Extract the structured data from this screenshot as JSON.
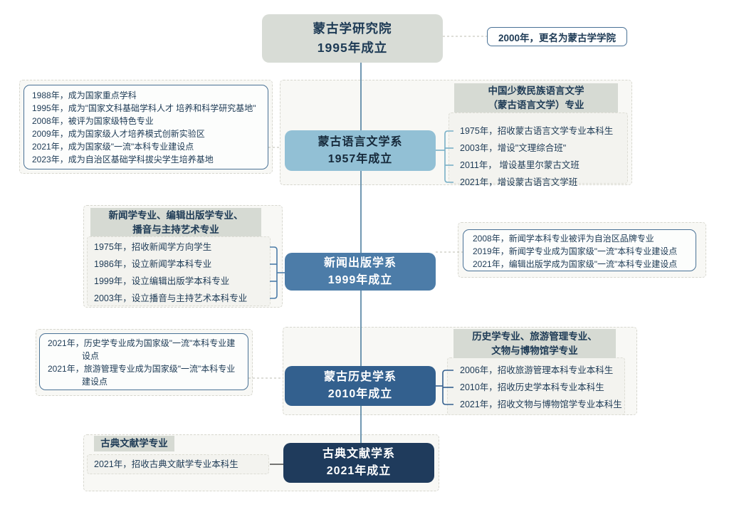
{
  "palette": {
    "trunk_line": "#4d7f9e",
    "callout_border": "#4a7296",
    "root_box_bg": "#d8dcd6",
    "header_bg": "#d6dad3",
    "dept1_box_bg": "#92c0d5",
    "dept2_box_bg": "#4c7ca8",
    "dept3_box_bg": "#33608e",
    "dept4_box_bg": "#1f3b5c",
    "dark_text": "#1d3a55"
  },
  "root_box": {
    "line1": "蒙古学研究院",
    "line2": "1995年成立"
  },
  "rename_note": {
    "label": "2000年，更名为蒙古学学院"
  },
  "dept1": {
    "box": {
      "line1": "蒙古语言文学系",
      "line2": "1957年成立"
    },
    "milestones": {
      "lines": [
        "1988年，成为国家重点学科",
        "1995年，成为\"国家文科基础学科人才 培养和科学研究基地\"",
        "2008年，被评为国家级特色专业",
        "2009年，成为国家级人才培养模式创新实验区",
        "2021年，成为国家级\"一流\"本科专业建设点",
        "2023年，成为自治区基础学科拔尖学生培养基地"
      ]
    },
    "program_panel": {
      "header_line1": "中国少数民族语言文学",
      "header_line2": "（蒙古语言文学）专业",
      "items": [
        "1975年，招收蒙古语言文学专业本科生",
        "2003年，增设\"文理综合班\"",
        "2011年， 增设基里尔蒙古文班",
        "2021年，增设蒙古语言文学班"
      ]
    }
  },
  "dept2": {
    "box": {
      "line1": "新闻出版学系",
      "line2": "1999年成立"
    },
    "program_panel": {
      "header_line1": "新闻学专业、编辑出版学专业、",
      "header_line2": "播音与主持艺术专业",
      "items": [
        "1975年，招收新闻学方向学生",
        "1986年，设立新闻学本科专业",
        "1999年，设立编辑出版学本科专业",
        "2003年，设立播音与主持艺术本科专业"
      ]
    },
    "milestones": {
      "lines": [
        "2008年，新闻学本科专业被评为自治区品牌专业",
        "2019年，新闻学专业成为国家级\"一流\"本科专业建设点",
        "2021年，编辑出版学成为国家级\"一流\"本科专业建设点"
      ]
    }
  },
  "dept3": {
    "box": {
      "line1": "蒙古历史学系",
      "line2": "2010年成立"
    },
    "milestones": {
      "lines": [
        "2021年，历史学专业成为国家级\"一流\"本科专业建设点",
        "2021年，旅游管理专业成为国家级\"一流\"本科专业建设点"
      ]
    },
    "program_panel": {
      "header_line1": "历史学专业、旅游管理专业、",
      "header_line2": "文物与博物馆学专业",
      "items": [
        "2006年，招收旅游管理本科专业本科生",
        "2010年，招收历史学本科专业本科生",
        "2021年，招收文物与博物馆学专业本科生"
      ]
    }
  },
  "dept4": {
    "box": {
      "line1": "古典文献学系",
      "line2": "2021年成立"
    },
    "program_panel": {
      "header": "古典文献学专业",
      "item": "2021年，招收古典文献学专业本科生"
    }
  }
}
